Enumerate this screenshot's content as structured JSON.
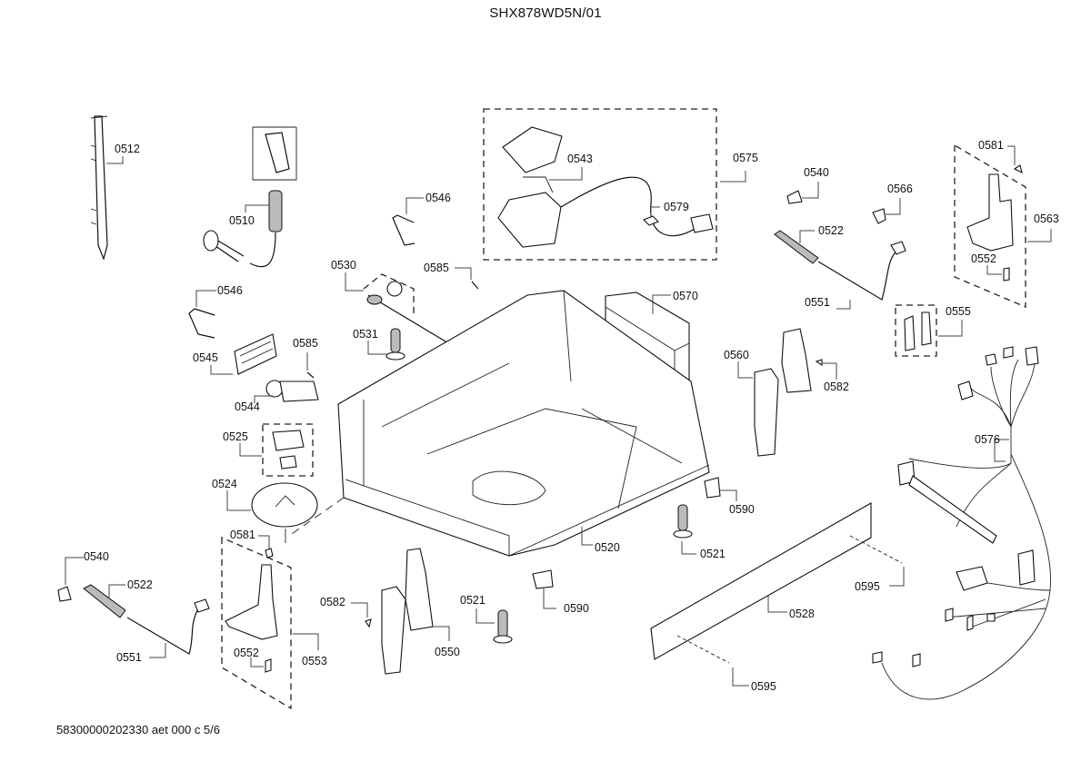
{
  "header": {
    "title": "SHX878WD5N/01"
  },
  "footer": {
    "doc_code": "58300000202330 aet 000 c 5/6"
  },
  "parts": {
    "p0512": "0512",
    "p0510": "0510",
    "p0546a": "0546",
    "p0546b": "0546",
    "p0545": "0545",
    "p0544": "0544",
    "p0585a": "0585",
    "p0585b": "0585",
    "p0530": "0530",
    "p0531": "0531",
    "p0543": "0543",
    "p0575": "0575",
    "p0579": "0579",
    "p0540a": "0540",
    "p0566": "0566",
    "p0522a": "0522",
    "p0551a": "0551",
    "p0581a": "0581",
    "p0563": "0563",
    "p0552a": "0552",
    "p0555": "0555",
    "p0570": "0570",
    "p0560": "0560",
    "p0582a": "0582",
    "p0576": "0576",
    "p0525": "0525",
    "p0524": "0524",
    "p0581b": "0581",
    "p0540b": "0540",
    "p0522b": "0522",
    "p0551b": "0551",
    "p0552b": "0552",
    "p0553": "0553",
    "p0582b": "0582",
    "p0550": "0550",
    "p0521a": "0521",
    "p0521b": "0521",
    "p0520": "0520",
    "p0590a": "0590",
    "p0590b": "0590",
    "p0528": "0528",
    "p0595a": "0595",
    "p0595b": "0595"
  }
}
